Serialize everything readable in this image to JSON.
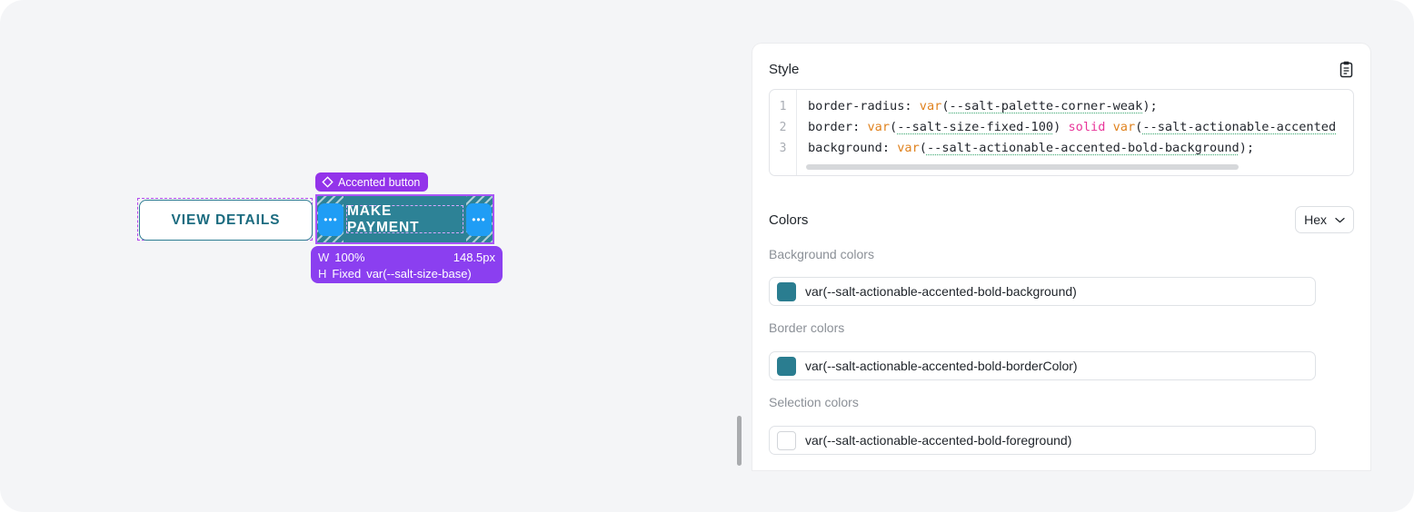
{
  "canvas": {
    "view_details_button": {
      "label": "VIEW DETAILS"
    },
    "selected_component": {
      "badge_label": "Accented button",
      "badge_icon": "component-diamond-icon",
      "button_label": "MAKE PAYMENT",
      "handle_left_glyph": "•••",
      "handle_right_glyph": "•••",
      "size_tooltip": {
        "width_key": "W",
        "width_mode": "100%",
        "width_value": "148.5px",
        "height_key": "H",
        "height_mode": "Fixed",
        "height_value": "var(--salt-size-base)"
      }
    }
  },
  "panel": {
    "style": {
      "title": "Style",
      "copy_icon": "clipboard-icon",
      "line_numbers": [
        "1",
        "2",
        "3"
      ],
      "code": {
        "line1": {
          "prop": "border-radius: ",
          "func": "var",
          "open": "(",
          "token": "--salt-palette-corner-weak",
          "close": ");"
        },
        "line2": {
          "prop": "border: ",
          "func": "var",
          "open": "(",
          "token": "--salt-size-fixed-100",
          "close": ") ",
          "keyword": "solid",
          "func2": " var",
          "open2": "(",
          "token2": "--salt-actionable-accented"
        },
        "line3": {
          "prop": "background: ",
          "func": "var",
          "open": "(",
          "token": "--salt-actionable-accented-bold-background",
          "close": ");"
        }
      }
    },
    "colors": {
      "title": "Colors",
      "format_select": {
        "value": "Hex",
        "chevron": "chevron-down-icon"
      },
      "groups": [
        {
          "label": "Background colors",
          "value": "var(--salt-actionable-accented-bold-background)",
          "swatch": "#2a7d90"
        },
        {
          "label": "Border colors",
          "value": "var(--salt-actionable-accented-bold-borderColor)",
          "swatch": "#2a7d90"
        },
        {
          "label": "Selection colors",
          "value": "var(--salt-actionable-accented-bold-foreground)",
          "swatch": "#ffffff"
        }
      ]
    }
  }
}
